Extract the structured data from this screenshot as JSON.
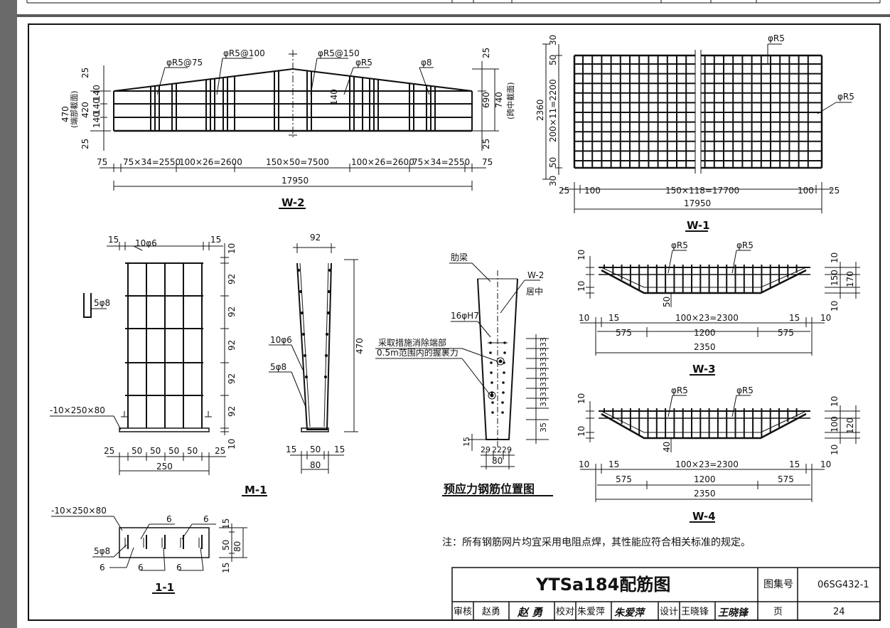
{
  "drawing": {
    "w2": {
      "title": "W-2",
      "bar_labels": [
        "φR5@75",
        "φR5@100",
        "φR5@150",
        "φR5",
        "φ8"
      ],
      "left_dims": [
        "25",
        "140",
        "140",
        "140",
        "25"
      ],
      "left_total": "470",
      "left_note": "(端部截面)",
      "left_mid": "420",
      "right_dims": [
        "25",
        "690",
        "25"
      ],
      "right_total": "740",
      "right_note": "(跨中截面)",
      "center_dim": "140",
      "bottom_dims": [
        "75",
        "75×34=2550",
        "100×26=2600",
        "150×50=7500",
        "100×26=2600",
        "75×34=2550",
        "75"
      ],
      "bottom_total": "17950"
    },
    "w1": {
      "title": "W-1",
      "bar_labels": [
        "φR5",
        "φR5"
      ],
      "left_dims": [
        "30",
        "50",
        "200×11=2200",
        "50",
        "30"
      ],
      "left_total": "2360",
      "bottom_dims": [
        "25",
        "100",
        "150×118=17700",
        "100",
        "25"
      ],
      "bottom_total": "17950"
    },
    "m1": {
      "title": "M-1",
      "top_dims": [
        "15",
        "10φ6",
        "15"
      ],
      "left_label": "5φ8",
      "plate_label": "-10×250×80",
      "right_dims": [
        "10",
        "92",
        "92",
        "92",
        "92",
        "92",
        "10"
      ],
      "bottom_dims": [
        "25",
        "50",
        "50",
        "50",
        "50",
        "25"
      ],
      "bottom_total": "250"
    },
    "m1_side": {
      "top_dim": "92",
      "labels": [
        "10φ6",
        "5φ8"
      ],
      "right_dim": "470",
      "bottom_dims": [
        "15",
        "50",
        "15"
      ],
      "bottom_total": "80"
    },
    "section11": {
      "title": "1-1",
      "plate_label": "-10×250×80",
      "bar_label": "5φ8",
      "weld_labels": [
        "6",
        "6",
        "6",
        "6",
        "6"
      ],
      "right_dims": [
        "15",
        "50",
        "15"
      ],
      "right_total": "80"
    },
    "prestress": {
      "title": "预应力钢筋位置图",
      "rib_label": "肋梁",
      "w2_label": "W-2",
      "w2_note": "居中",
      "strand_label": "16φH7",
      "note_line1": "采取措施消除端部",
      "note_line2": "0.5m范围内的握裹力",
      "right_dims": [
        "33",
        "33",
        "33",
        "33",
        "33",
        "33",
        "33",
        "35"
      ],
      "bottom_dims": [
        "29",
        "22",
        "29"
      ],
      "bottom_total": "80",
      "left_dim": "15"
    },
    "w3": {
      "title": "W-3",
      "bar_labels": [
        "φR5",
        "φR5"
      ],
      "dim_50": "50",
      "right_dims": [
        "10",
        "150",
        "10"
      ],
      "right_total": "170",
      "left_dims": [
        "10",
        "10"
      ],
      "row1": [
        "10",
        "15",
        "100×23=2300",
        "15",
        "10"
      ],
      "row2": [
        "575",
        "1200",
        "575"
      ],
      "total": "2350"
    },
    "w4": {
      "title": "W-4",
      "bar_labels": [
        "φR5",
        "φR5"
      ],
      "dim_40": "40",
      "right_dims": [
        "10",
        "100",
        "10"
      ],
      "right_total": "120",
      "left_dims": [
        "10",
        "10"
      ],
      "row1": [
        "10",
        "15",
        "100×23=2300",
        "15",
        "10"
      ],
      "row2": [
        "575",
        "1200",
        "575"
      ],
      "total": "2350"
    },
    "note": "注：所有钢筋网片均宜采用电阻点焊，其性能应符合相关标准的规定。"
  },
  "title_block": {
    "title": "YTSa184配筋图",
    "atlas_label": "图集号",
    "atlas_no": "06SG432-1",
    "review_label": "审核",
    "review_name": "赵勇",
    "review_sign": "赵 勇",
    "check_label": "校对",
    "check_name": "朱爱萍",
    "check_sign": "朱爱萍",
    "design_label": "设计",
    "design_name": "王晓锋",
    "design_sign": "王晓锋",
    "page_label": "页",
    "page_no": "24"
  }
}
